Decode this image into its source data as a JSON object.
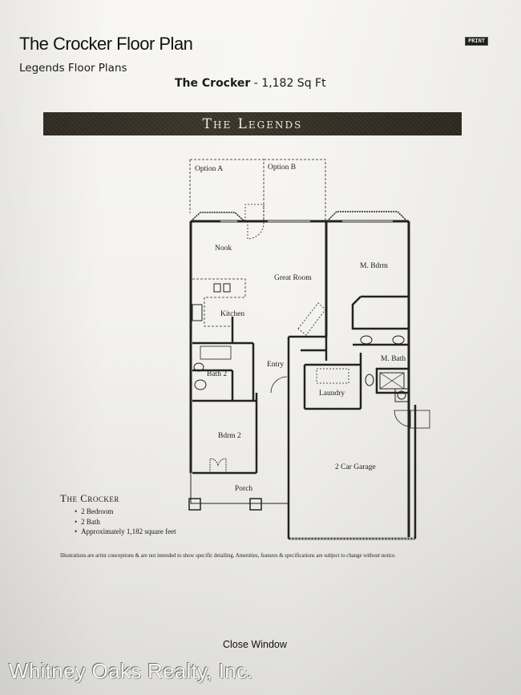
{
  "header": {
    "title": "The Crocker Floor Plan",
    "print_label": "PRINT",
    "subtitle": "Legends Floor Plans",
    "plan_name": "The Crocker",
    "plan_size": " - 1,182 Sq Ft"
  },
  "banner": {
    "text": "The Legends"
  },
  "floorplan": {
    "rooms": {
      "option_a": "Option A",
      "option_b": "Option B",
      "nook": "Nook",
      "great_room": "Great Room",
      "m_bdrm": "M. Bdrm",
      "kitchen": "Kitchen",
      "bath_2": "Bath 2",
      "entry": "Entry",
      "laundry": "Laundry",
      "m_bath": "M. Bath",
      "bdrm_2": "Bdrm 2",
      "porch": "Porch",
      "garage": "2 Car Garage"
    }
  },
  "legend": {
    "title": "The Crocker",
    "items": [
      "2 Bedroom",
      "2 Bath",
      "Approximately 1,182 square feet"
    ]
  },
  "disclaimer": "Illustrations are artist conceptions & are not intended to show specific detailing. Amenities, features & specifications are subject to change without notice.",
  "footer": {
    "close_window": "Close Window",
    "brand": "Whitney Oaks Realty, Inc."
  }
}
